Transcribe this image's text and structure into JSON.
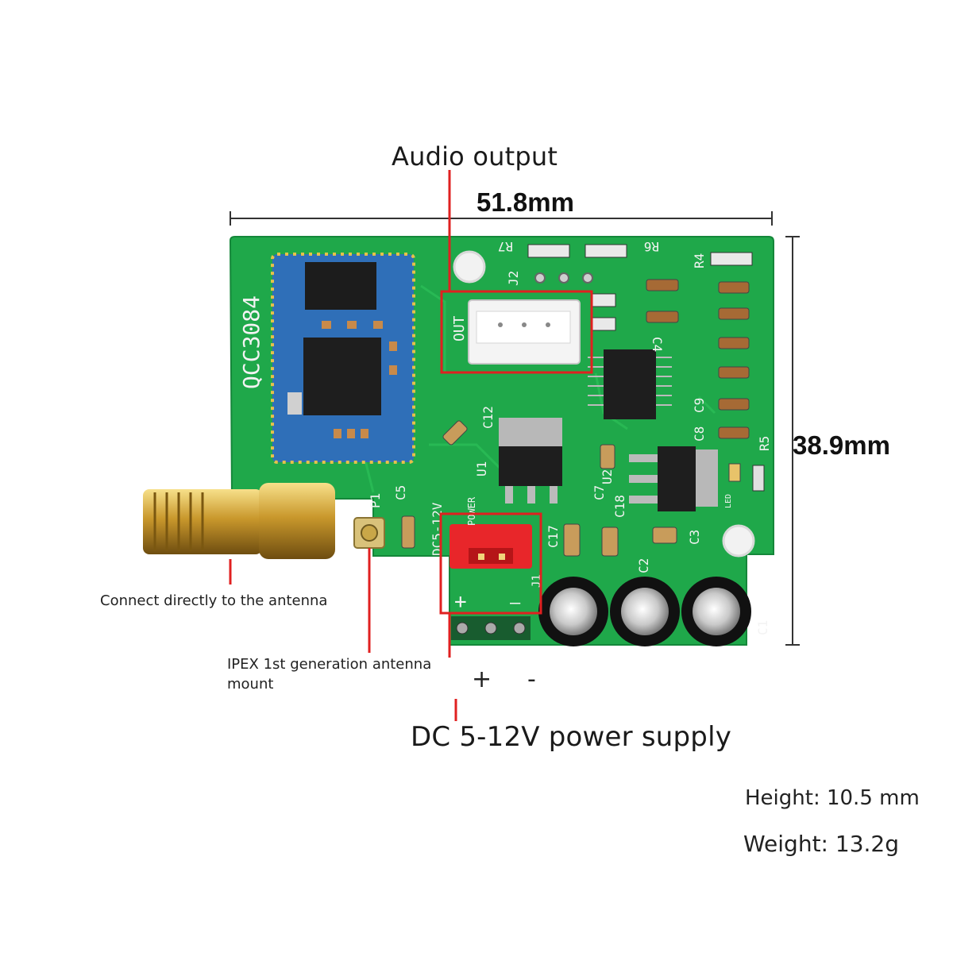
{
  "labels": {
    "audio_output": "Audio output",
    "width_dim": "51.8mm",
    "height_dim": "38.9mm",
    "antenna_direct": "Connect directly to the antenna",
    "ipex_mount_line1": "IPEX 1st generation antenna",
    "ipex_mount_line2": "mount",
    "power_supply": "DC 5-12V power supply",
    "plus": "+",
    "minus": "-",
    "board_height": "Height: 10.5 mm",
    "board_weight": "Weight: 13.2g"
  },
  "silkscreen": {
    "chip": "QCC3084",
    "out": "OUT",
    "j2": "J2",
    "power": "POWER",
    "dc": "DC5-12V",
    "p1": "P1",
    "c5": "C5",
    "c12": "C12",
    "u1": "U1",
    "u2": "U2",
    "c1": "C1",
    "c2": "C2",
    "c3": "C3",
    "c4": "C4",
    "c7": "C7",
    "c8": "C8",
    "c9": "C9",
    "c17": "C17",
    "c18": "C18",
    "r4": "R4",
    "r5": "R5",
    "r6": "R6",
    "r7": "R7",
    "led": "LED",
    "j1": "J1",
    "pcb_plus": "+",
    "pcb_minus": "—"
  },
  "colors": {
    "pcb": "#1fa84a",
    "module": "#2f6fb8",
    "callout": "#e02020",
    "power_connector": "#e8262a"
  }
}
